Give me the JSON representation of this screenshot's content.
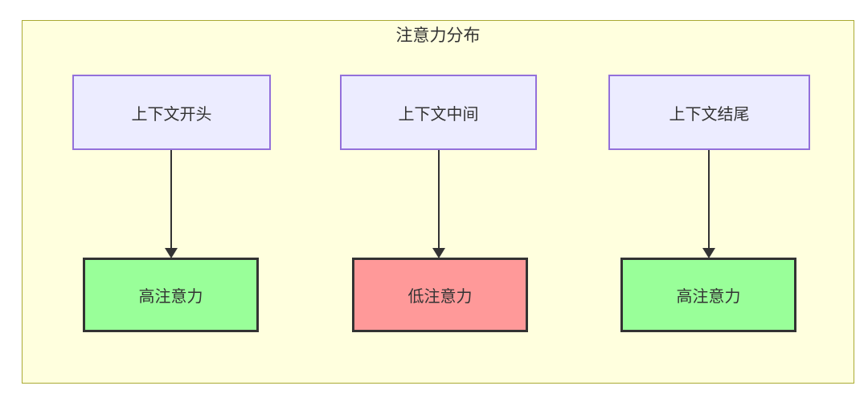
{
  "diagram": {
    "title": "注意力分布",
    "top_nodes": [
      {
        "id": "A",
        "label": "上下文开头"
      },
      {
        "id": "B",
        "label": "上下文中间"
      },
      {
        "id": "C",
        "label": "上下文结尾"
      }
    ],
    "bottom_nodes": [
      {
        "id": "D",
        "label": "高注意力",
        "level": "high"
      },
      {
        "id": "E",
        "label": "低注意力",
        "level": "low"
      },
      {
        "id": "F",
        "label": "高注意力",
        "level": "high"
      }
    ],
    "edges": [
      {
        "from": "上下文开头",
        "to": "高注意力"
      },
      {
        "from": "上下文中间",
        "to": "低注意力"
      },
      {
        "from": "上下文结尾",
        "to": "高注意力"
      }
    ],
    "colors": {
      "page_background": "#ffffff",
      "cluster_fill": "#ffffde",
      "cluster_border": "#aaaa33",
      "context_node_fill": "#ececff",
      "context_node_border": "#9370db",
      "high_attention_fill": "#99ff99",
      "low_attention_fill": "#ff9999",
      "attention_node_border": "#333333",
      "arrow": "#333333",
      "text": "#333333"
    }
  }
}
